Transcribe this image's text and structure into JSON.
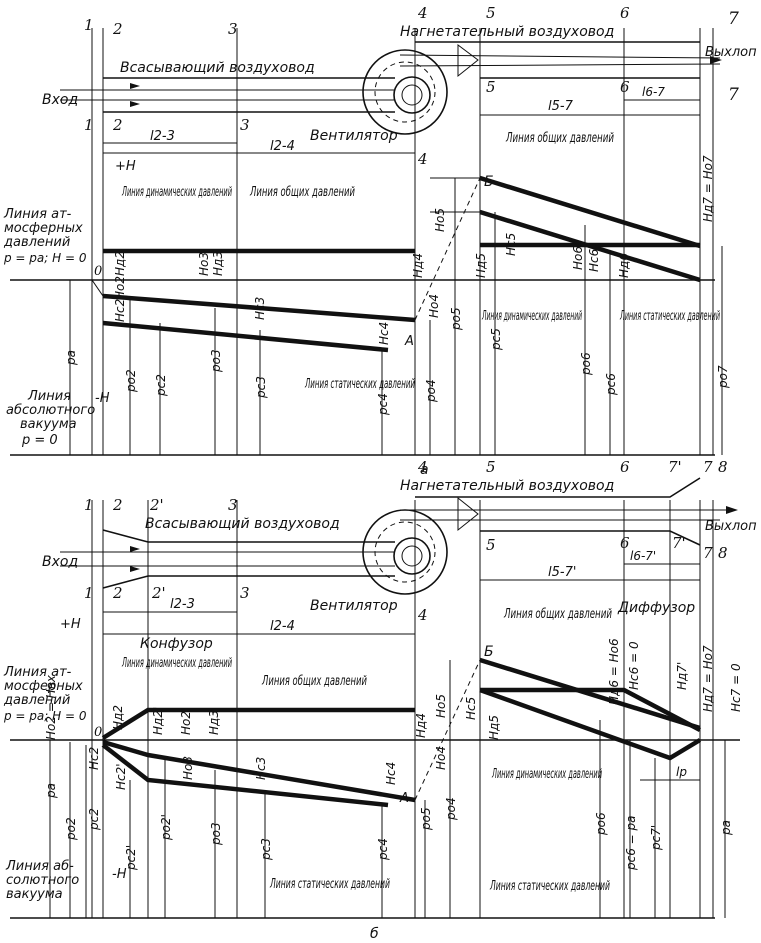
{
  "colors": {
    "ink": "#111111",
    "paper": "#ffffff"
  },
  "sections": {
    "top": [
      "1",
      "2",
      "3",
      "4",
      "5",
      "6",
      "7"
    ],
    "bottom": [
      "1",
      "2",
      "2'",
      "3",
      "4",
      "5",
      "6",
      "7'",
      "7",
      "8"
    ]
  },
  "top": {
    "discharge_duct": "Нагнетательный воздуховод",
    "suction_duct": "Всасывающий воздуховод",
    "inlet": "Вход",
    "exhaust": "Выхлоп",
    "fan": "Вентилятор",
    "line_total": "Линия общих давлений",
    "line_dynamic": "Линия динамических давлений",
    "line_static": "Линия статических давлений",
    "line_atm_1": "Линия ат-",
    "line_atm_2": "мосферных",
    "line_atm_3": "давлений",
    "line_atm_4": "p = pa; H = 0",
    "line_vac_1": "Линия",
    "line_vac_2": "абсолютного",
    "line_vac_3": "вакуума",
    "line_vac_4": "p = 0",
    "l23": "l2-3",
    "l24": "l2-4",
    "l57": "l5-7",
    "l67": "l6-7",
    "plusH": "+H",
    "minusH": "-H",
    "zero": "0",
    "pointA": "A",
    "pointB": "Б",
    "caption": "а",
    "labels": {
      "Hd2": "Hд2",
      "Ho2": "Ho2",
      "Hc2": "Hc2",
      "Ho3": "Ho3",
      "Hd3": "Hд3",
      "Hc3": "Hc3",
      "Hd4": "Hд4",
      "Hc4": "Hc4",
      "Ho4": "Ho4",
      "Ho5": "Ho5",
      "Hd5": "Hд5",
      "Hc5": "Hc5",
      "Ho6": "Ho6",
      "Hc6": "Hc6",
      "Hd6": "Hд6",
      "Hd7": "Hд7 = Ho7",
      "pa": "pa",
      "po2": "po2",
      "pc2": "pc2",
      "po3": "po3",
      "pc3": "pc3",
      "pc4": "pc4",
      "po4": "po4",
      "po5": "po5",
      "pc5": "pc5",
      "po6": "po6",
      "pc6": "pc6",
      "po7": "po7"
    }
  },
  "bottom": {
    "discharge_duct": "Нагнетательный воздуховод",
    "suction_duct": "Всасывающий воздуховод",
    "inlet": "Вход",
    "exhaust": "Выхлоп",
    "fan": "Вентилятор",
    "confuser": "Конфузор",
    "diffuser": "Диффузор",
    "line_total": "Линия общих давлений",
    "line_dynamic": "Линия динамических давлений",
    "line_static": "Линия статических давлений",
    "line_atm_1": "Линия ат-",
    "line_atm_2": "мосферных",
    "line_atm_3": "давлений",
    "line_atm_4": "p = pa; H = 0",
    "line_vac_1": "Линия аб-",
    "line_vac_2": "солютного",
    "line_vac_3": "вакуума",
    "l23": "l2-3",
    "l24": "l2-4",
    "l57": "l5-7'",
    "l67": "l6-7'",
    "lp": "lp",
    "plusH": "+H",
    "minusH": "-H",
    "zero": "0",
    "pointA": "A",
    "pointB": "Б",
    "caption": "б",
    "labels": {
      "Hd2": "Hд2",
      "Hd2p": "Hд2'",
      "Ho2p": "Ho2'",
      "Hd3": "Hд3",
      "Hc2": "Hc2",
      "Hc2p": "Hc2'",
      "Ho3": "Ho3",
      "Hc3": "Hc3",
      "Hd4": "Hд4",
      "Hc4": "Hc4",
      "Ho5": "Ho5",
      "Ho4": "Ho4",
      "Hc5": "Hc5",
      "Hd5": "Hд5",
      "Hd6": "Hд6 = Ho6",
      "Hc6": "Hc6 = 0",
      "Hd7p": "Hд7'",
      "Hd7": "Hд7 = Ho7",
      "Hc7": "Hc7 = 0",
      "pa": "pa",
      "Ho2eq": "Ho2 = Hвх",
      "po2": "po2",
      "pc2": "pc2",
      "pc2p": "pc2'",
      "po2p": "po2'",
      "po3": "po3",
      "pc3": "pc3",
      "pc4": "pc4",
      "po5": "po5",
      "po4": "po4",
      "po6": "po6",
      "pc6": "pc6 = pa",
      "pc7p": "pc7'",
      "pa2": "pa"
    }
  }
}
